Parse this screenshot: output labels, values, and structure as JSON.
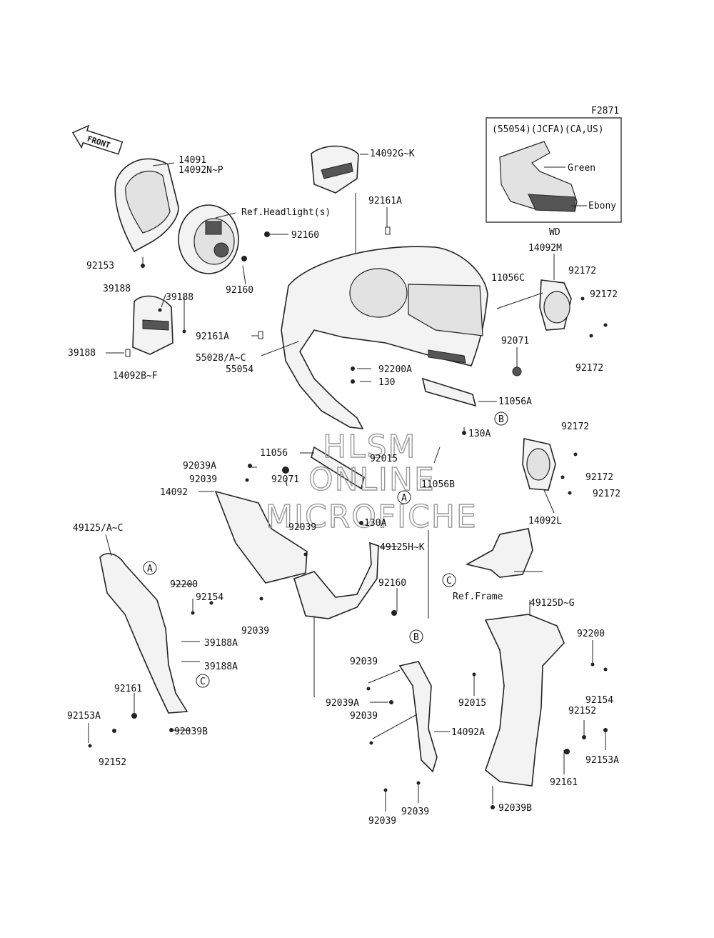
{
  "figure_code": "F2871",
  "front_arrow": "FRONT",
  "variant_box": {
    "header": "(55054)(JCFA)(CA,US)",
    "green": "Green",
    "ebony": "Ebony",
    "tag": "WD"
  },
  "watermark": [
    "HLSM",
    "ONLINE",
    "MICROFICHE"
  ],
  "callouts": [
    "A",
    "B",
    "C"
  ],
  "labels": {
    "l14091": "14091",
    "l14092NP": "14092N~P",
    "lRefHead": "Ref.Headlight(s)",
    "l92160a": "92160",
    "l92160b": "92160",
    "l92153": "92153",
    "l39188a": "39188",
    "l39188b": "39188",
    "l39188c": "39188",
    "l14092BF": "14092B~F",
    "l92161A": "92161A",
    "l55028": "55028/A~C",
    "l55054": "55054",
    "l14092GK": "14092G~K",
    "l92161Atop": "92161A",
    "l14092M": "14092M",
    "l92172a": "92172",
    "l92172b": "92172",
    "l92172c": "92172",
    "l11056C": "11056C",
    "l92071a": "92071",
    "l92200A": "92200A",
    "l130": "130",
    "l11056A": "11056A",
    "l130Aa": "130A",
    "l92172d": "92172",
    "l92172e": "92172",
    "l92172f": "92172",
    "l14092L": "14092L",
    "l11056": "11056",
    "l92015a": "92015",
    "l11056B": "11056B",
    "l92039Aa": "92039A",
    "l92039a": "92039",
    "l14092": "14092",
    "l92071b": "92071",
    "l130Ab": "130A",
    "l49125AC": "49125/A~C",
    "l92039b": "92039",
    "l49125HK": "49125H~K",
    "l92200a": "92200",
    "l92154a": "92154",
    "l92160c": "92160",
    "lRefFrame": "Ref.Frame",
    "l49125DG": "49125D~G",
    "l92039c": "92039",
    "l39188Aa": "39188A",
    "l39188Ab": "39188A",
    "l92200b": "92200",
    "l92161a": "92161",
    "l92153Aa": "92153A",
    "l92039Bb": "92039B",
    "l92152a": "92152",
    "l92039d": "92039",
    "l92039Ab": "92039A",
    "l92039e": "92039",
    "l92015b": "92015",
    "l14092A": "14092A",
    "l92154b": "92154",
    "l92152b": "92152",
    "l92153Ab": "92153A",
    "l92161b": "92161",
    "l92039f": "92039",
    "l92039g": "92039",
    "l92039Ba": "92039B"
  }
}
